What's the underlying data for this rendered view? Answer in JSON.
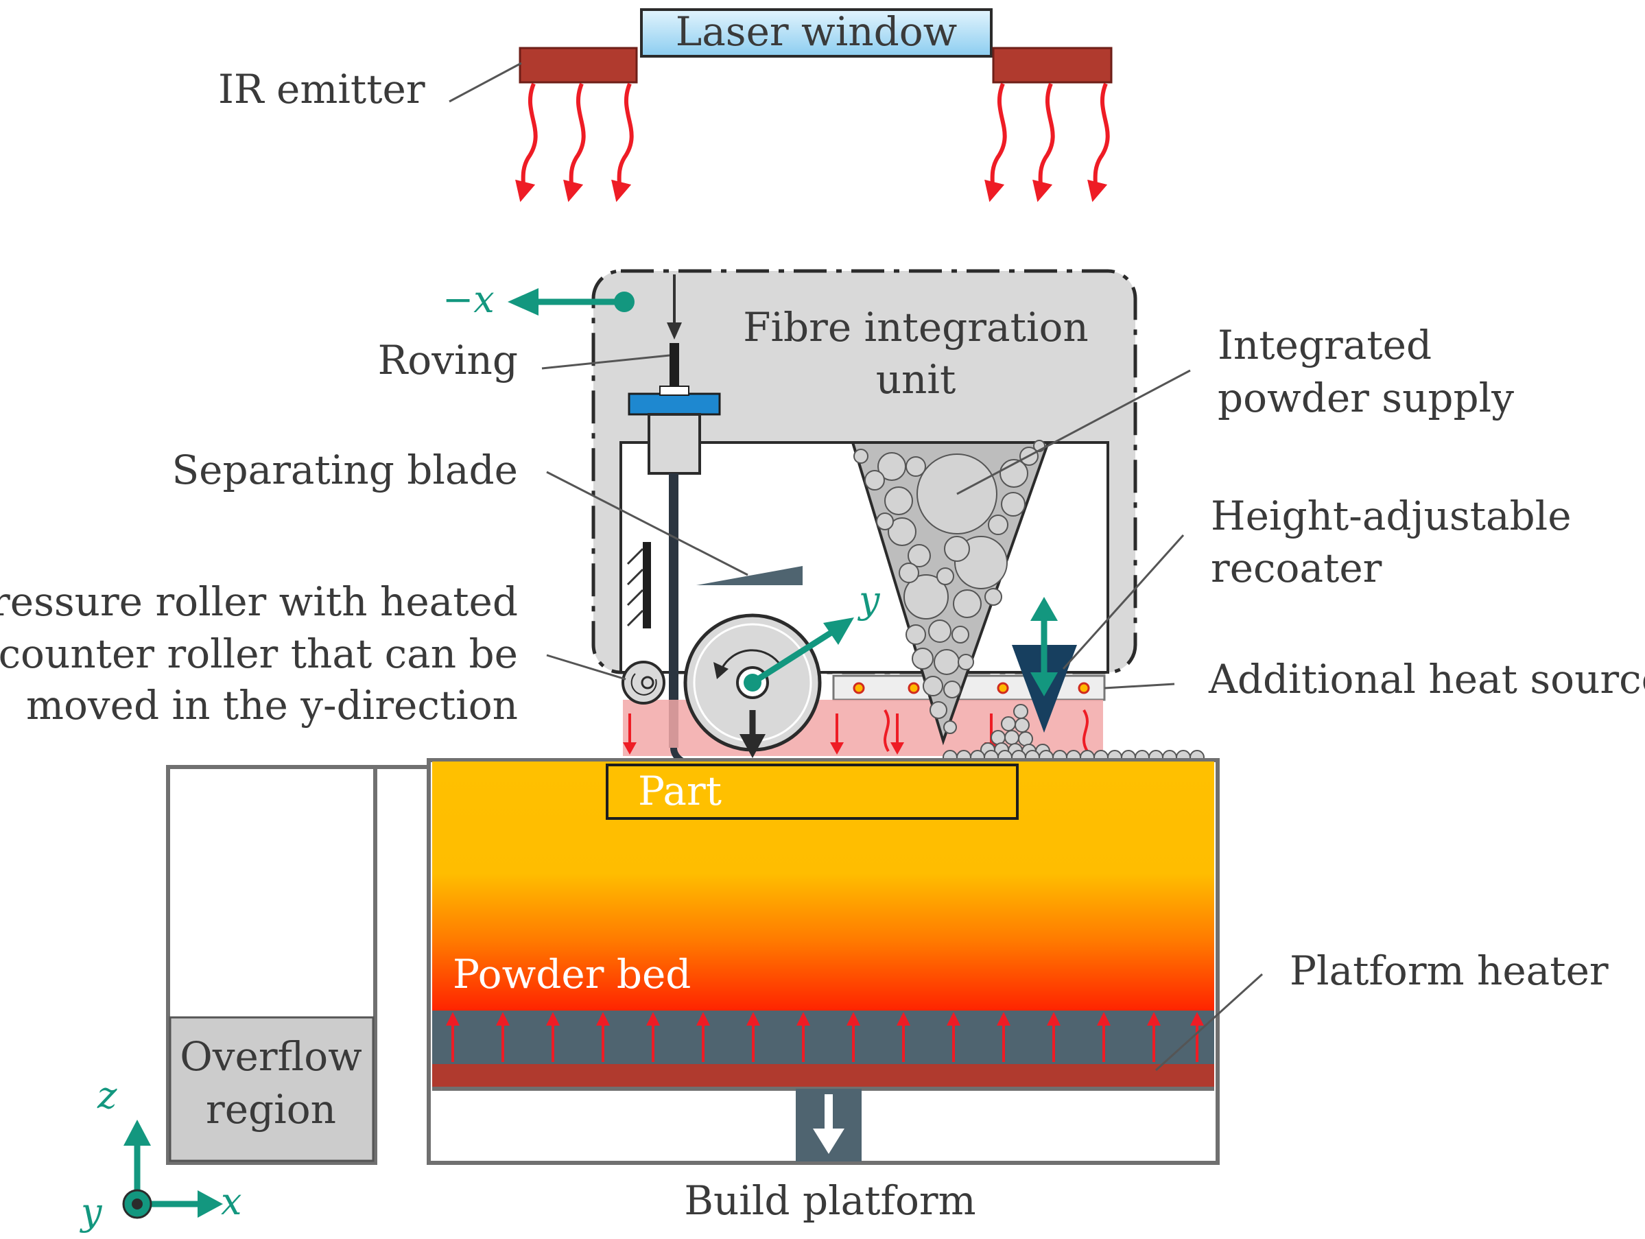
{
  "labels": {
    "laser_window": "Laser window",
    "ir_emitter": "IR emitter",
    "fibre_integration_unit_line1": "Fibre integration",
    "fibre_integration_unit_line2": "unit",
    "roving": "Roving",
    "separating_blade": "Separating blade",
    "pressure_roller_line1": "Pressure roller with heated",
    "pressure_roller_line2": "counter roller that can be",
    "pressure_roller_line3": "moved in the y-direction",
    "integrated_powder_line1": "Integrated",
    "integrated_powder_line2": "powder supply",
    "recoater_line1": "Height-adjustable",
    "recoater_line2": "recoater",
    "additional_heat": "Additional heat source",
    "part": "Part",
    "powder_bed": "Powder bed",
    "platform_heater": "Platform heater",
    "overflow_line1": "Overflow",
    "overflow_line2": "region",
    "build_platform": "Build platform"
  },
  "axes": {
    "neg_x": "−x",
    "y_roller": "y",
    "z": "z",
    "x": "x",
    "y": "y"
  },
  "colors": {
    "ir_emitter": "#b03a2e",
    "laser_window": "#a9dcf4",
    "unit_gray": "#d9d9d9",
    "dark_slate": "#4f6470",
    "powder_bed_top": "#ffc000",
    "powder_bed_bottom": "#ff2a00",
    "heater_red": "#b03a2e",
    "axis_teal": "#13977f",
    "arrow_red": "#ee1c25",
    "recoater_navy": "#173f5f"
  }
}
